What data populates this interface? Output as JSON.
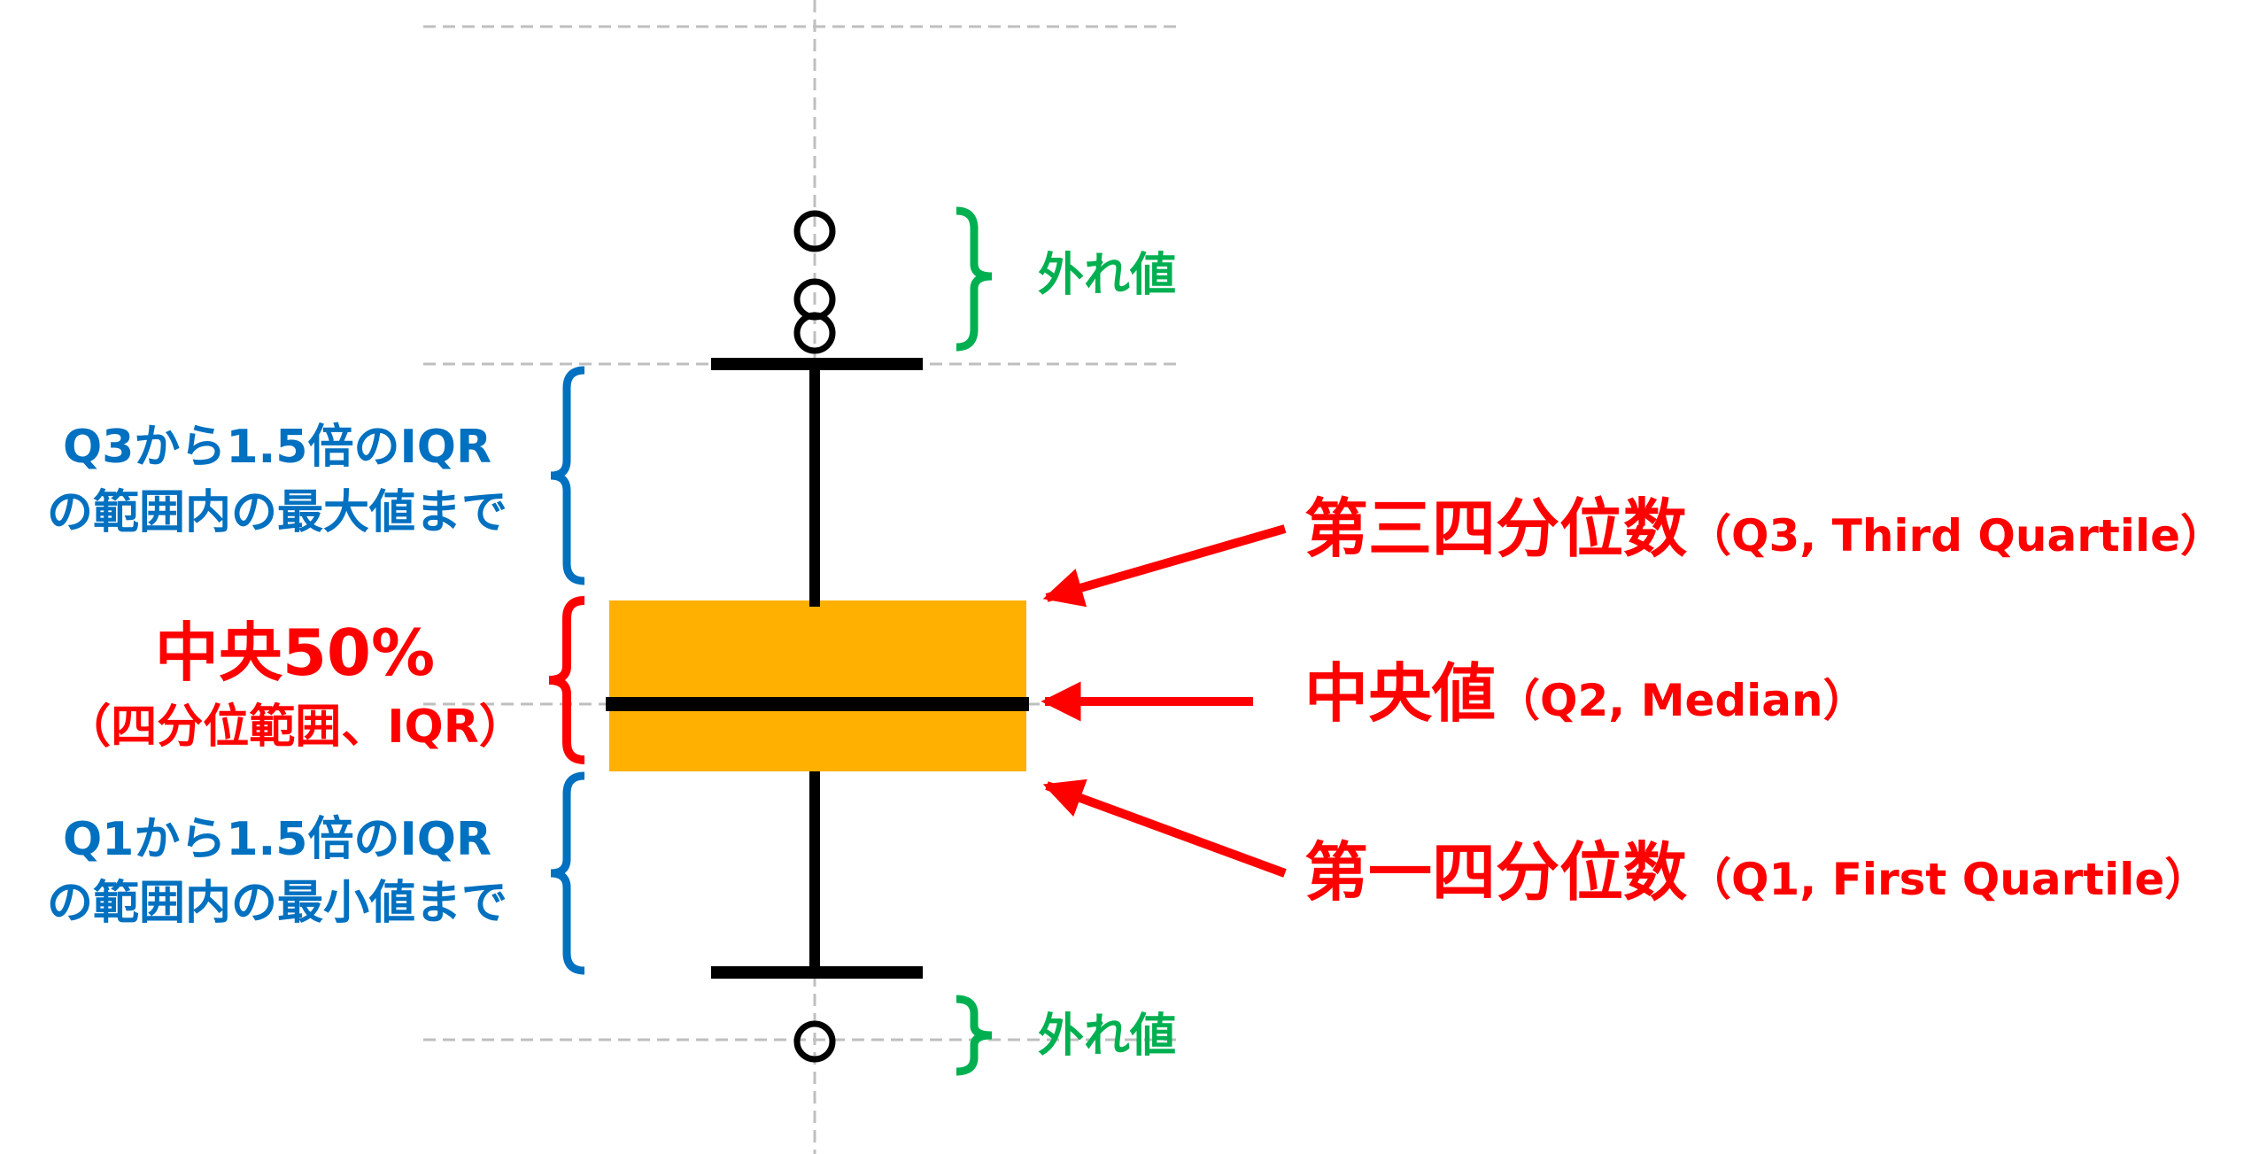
{
  "colors": {
    "box_fill": "#FFB000",
    "line": "#000000",
    "grid": "#BFBFBF",
    "outlier_brace": "#00B050",
    "whisker_brace": "#0070C0",
    "iqr_accent": "#FF0000"
  },
  "labels": {
    "outlier_top": "外れ値",
    "outlier_bottom": "外れ値",
    "upper_whisker_line1": "Q3から1.5倍のIQR",
    "upper_whisker_line2": "の範囲内の最大値まで",
    "iqr_title": "中央50%",
    "iqr_subtitle": "（四分位範囲、IQR）",
    "lower_whisker_line1": "Q1から1.5倍のIQR",
    "lower_whisker_line2": "の範囲内の最小値まで",
    "q3_main": "第三四分位数",
    "q3_sub": "（Q3, Third Quartile）",
    "median_main": "中央値",
    "median_sub": "（Q2, Median）",
    "q1_main": "第一四分位数",
    "q1_sub": "（Q1, First Quartile）"
  }
}
